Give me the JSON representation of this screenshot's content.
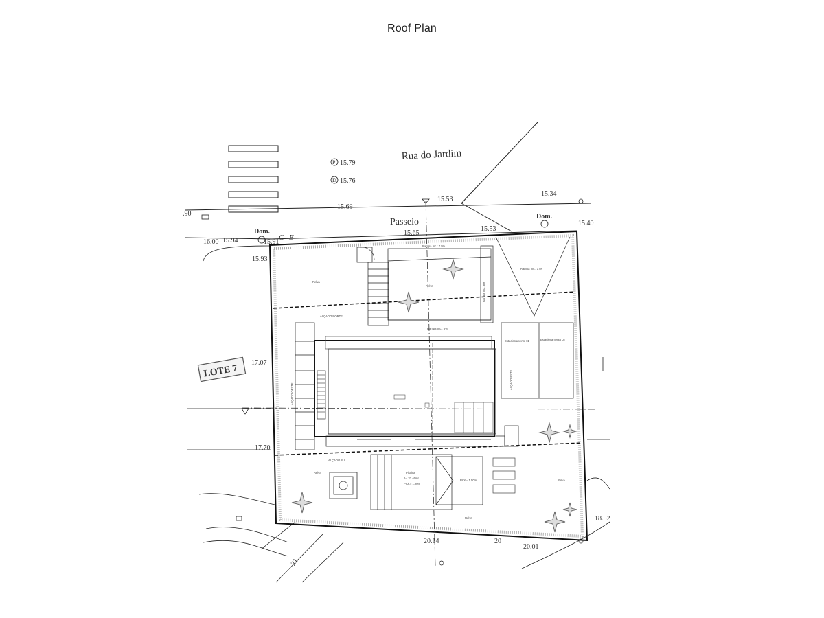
{
  "title": "Roof Plan",
  "plan": {
    "street": "Rua do Jardim",
    "sidewalk": "Passeio",
    "lot": "LOTE 7",
    "utility_markers": [
      {
        "symbol": "P",
        "level": "15.79"
      },
      {
        "symbol": "D",
        "level": "15.76"
      }
    ],
    "dom_left": "Dom.",
    "dom_right": "Dom.",
    "ce_c": "C",
    "ce_e": "E",
    "levels": {
      "edge_left": ".90",
      "street_15_69": "15.69",
      "street_15_53": "15.53",
      "street_15_34": "15.34",
      "walk_15_65": "15.65",
      "walk_15_53": "15.53",
      "corner_15_40": "15.40",
      "lv_16_00": "16.00",
      "lv_15_94": "15.94",
      "lv_15_91": "15.91",
      "lv_15_93": "15.93",
      "lv_17_07": "17.07",
      "lv_17_70": "17.70",
      "lv_18_52": "18.52",
      "lv_20_14": "20.14",
      "lv_20": "20",
      "lv_20_01": "20.01",
      "lv_21": "21"
    },
    "rooms": {
      "relva_nw": "Relva",
      "relva_center": "Relva",
      "rampa_top": "Rampa Inc.: 7.5%",
      "rampa_right": "Rampa Inc.: 17%",
      "rampa_vertical": "Rampa Inc.: 8%",
      "rampa_mid": "Rampa Inc.: 8%",
      "alcado_norte": "ALÇADO NORTE",
      "alcado_oeste": "ALÇADO OESTE",
      "alcado_este": "ALÇADO ESTE",
      "alcado_sul": "ALÇADO SUL",
      "estac_1": "Estacionamento 01",
      "estac_2": "Estacionamento 02",
      "relva_sw": "Relva",
      "piscina": "Piscina",
      "piscina_area": "A= 32.46m²",
      "piscina_depth": "Prof.= 1.20m",
      "prof_right": "Prof.= 1.50m",
      "relva_se": "Relva",
      "relva_south": "Relva"
    }
  }
}
